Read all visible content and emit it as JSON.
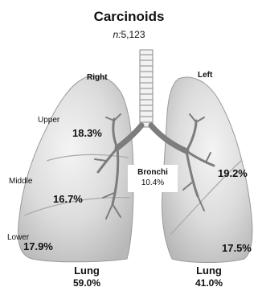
{
  "title": "Carcinoids",
  "subtitle_prefix": "n:",
  "subtitle_value": "5,123",
  "sides": {
    "right": "Right",
    "left": "Left"
  },
  "regions": {
    "upper": "Upper",
    "middle": "Middle",
    "lower": "Lower"
  },
  "right_lung": {
    "upper": "18.3%",
    "middle": "16.7%",
    "lower": "17.9%",
    "name": "Lung",
    "total": "59.0%"
  },
  "left_lung": {
    "upper": "19.2%",
    "lower": "17.5%",
    "name": "Lung",
    "total": "41.0%"
  },
  "bronchi": {
    "label": "Bronchi",
    "value": "10.4%"
  }
}
